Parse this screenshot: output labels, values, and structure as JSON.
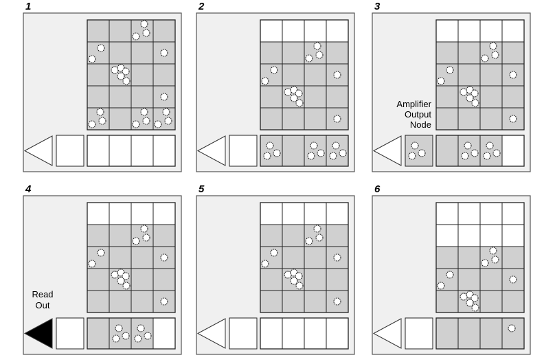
{
  "colors": {
    "panel_background": "#f0f0f0",
    "charged_cell": "#d0d0d0",
    "empty_cell": "#ffffff",
    "readout_active": "#000000",
    "readout_inactive": "#ffffff"
  },
  "legend_text": {
    "amplifier_output_node": [
      "Amplifier",
      "Output",
      "Node"
    ],
    "read_out": [
      "Read",
      "Out"
    ]
  },
  "panels": [
    {
      "number": "1",
      "grid_charged": [
        [
          1,
          1,
          1,
          1
        ],
        [
          1,
          1,
          1,
          1
        ],
        [
          1,
          1,
          1,
          1
        ],
        [
          1,
          1,
          1,
          1
        ],
        [
          1,
          1,
          1,
          1
        ]
      ],
      "grid_electrons": [
        [
          0,
          0,
          3,
          0
        ],
        [
          2,
          0,
          0,
          1
        ],
        [
          0,
          5,
          0,
          0
        ],
        [
          0,
          0,
          0,
          1
        ],
        [
          3,
          0,
          3,
          3
        ]
      ],
      "register_charged": [
        0,
        0,
        0,
        0
      ],
      "register_electrons": [
        0,
        0,
        0,
        0
      ],
      "node_charged": 0,
      "node_electrons": 0,
      "readout_active": false
    },
    {
      "number": "2",
      "grid_charged": [
        [
          0,
          0,
          0,
          0
        ],
        [
          1,
          1,
          1,
          1
        ],
        [
          1,
          1,
          1,
          1
        ],
        [
          1,
          1,
          1,
          1
        ],
        [
          1,
          1,
          1,
          1
        ]
      ],
      "grid_electrons": [
        [
          0,
          0,
          0,
          0
        ],
        [
          0,
          0,
          3,
          0
        ],
        [
          2,
          0,
          0,
          1
        ],
        [
          0,
          5,
          0,
          0
        ],
        [
          0,
          0,
          0,
          1
        ]
      ],
      "register_charged": [
        1,
        1,
        1,
        1
      ],
      "register_electrons": [
        3,
        0,
        3,
        3
      ],
      "node_charged": 0,
      "node_electrons": 0,
      "readout_active": false
    },
    {
      "number": "3",
      "grid_charged": [
        [
          0,
          0,
          0,
          0
        ],
        [
          1,
          1,
          1,
          1
        ],
        [
          1,
          1,
          1,
          1
        ],
        [
          1,
          1,
          1,
          1
        ],
        [
          1,
          1,
          1,
          1
        ]
      ],
      "grid_electrons": [
        [
          0,
          0,
          0,
          0
        ],
        [
          0,
          0,
          3,
          0
        ],
        [
          2,
          0,
          0,
          1
        ],
        [
          0,
          5,
          0,
          0
        ],
        [
          0,
          0,
          0,
          1
        ]
      ],
      "register_charged": [
        1,
        1,
        1,
        0
      ],
      "register_electrons": [
        0,
        3,
        3,
        0
      ],
      "node_charged": 1,
      "node_electrons": 3,
      "readout_active": false,
      "annotation": "amplifier_output_node"
    },
    {
      "number": "4",
      "grid_charged": [
        [
          0,
          0,
          0,
          0
        ],
        [
          1,
          1,
          1,
          1
        ],
        [
          1,
          1,
          1,
          1
        ],
        [
          1,
          1,
          1,
          1
        ],
        [
          1,
          1,
          1,
          1
        ]
      ],
      "grid_electrons": [
        [
          0,
          0,
          0,
          0
        ],
        [
          0,
          0,
          3,
          0
        ],
        [
          2,
          0,
          0,
          1
        ],
        [
          0,
          5,
          0,
          0
        ],
        [
          0,
          0,
          0,
          1
        ]
      ],
      "register_charged": [
        1,
        1,
        1,
        0
      ],
      "register_electrons": [
        0,
        3,
        3,
        0
      ],
      "node_charged": 0,
      "node_electrons": 0,
      "readout_active": true,
      "annotation": "read_out"
    },
    {
      "number": "5",
      "grid_charged": [
        [
          0,
          0,
          0,
          0
        ],
        [
          1,
          1,
          1,
          1
        ],
        [
          1,
          1,
          1,
          1
        ],
        [
          1,
          1,
          1,
          1
        ],
        [
          1,
          1,
          1,
          1
        ]
      ],
      "grid_electrons": [
        [
          0,
          0,
          0,
          0
        ],
        [
          0,
          0,
          3,
          0
        ],
        [
          2,
          0,
          0,
          1
        ],
        [
          0,
          5,
          0,
          0
        ],
        [
          0,
          0,
          0,
          1
        ]
      ],
      "register_charged": [
        0,
        0,
        0,
        0
      ],
      "register_electrons": [
        0,
        0,
        0,
        0
      ],
      "node_charged": 0,
      "node_electrons": 0,
      "readout_active": false
    },
    {
      "number": "6",
      "grid_charged": [
        [
          0,
          0,
          0,
          0
        ],
        [
          0,
          0,
          0,
          0
        ],
        [
          1,
          1,
          1,
          1
        ],
        [
          1,
          1,
          1,
          1
        ],
        [
          1,
          1,
          1,
          1
        ]
      ],
      "grid_electrons": [
        [
          0,
          0,
          0,
          0
        ],
        [
          0,
          0,
          0,
          0
        ],
        [
          0,
          0,
          3,
          0
        ],
        [
          2,
          0,
          0,
          1
        ],
        [
          0,
          5,
          0,
          0
        ]
      ],
      "register_charged": [
        1,
        1,
        1,
        1
      ],
      "register_electrons": [
        0,
        0,
        0,
        1
      ],
      "node_charged": 0,
      "node_electrons": 0,
      "readout_active": false
    }
  ]
}
